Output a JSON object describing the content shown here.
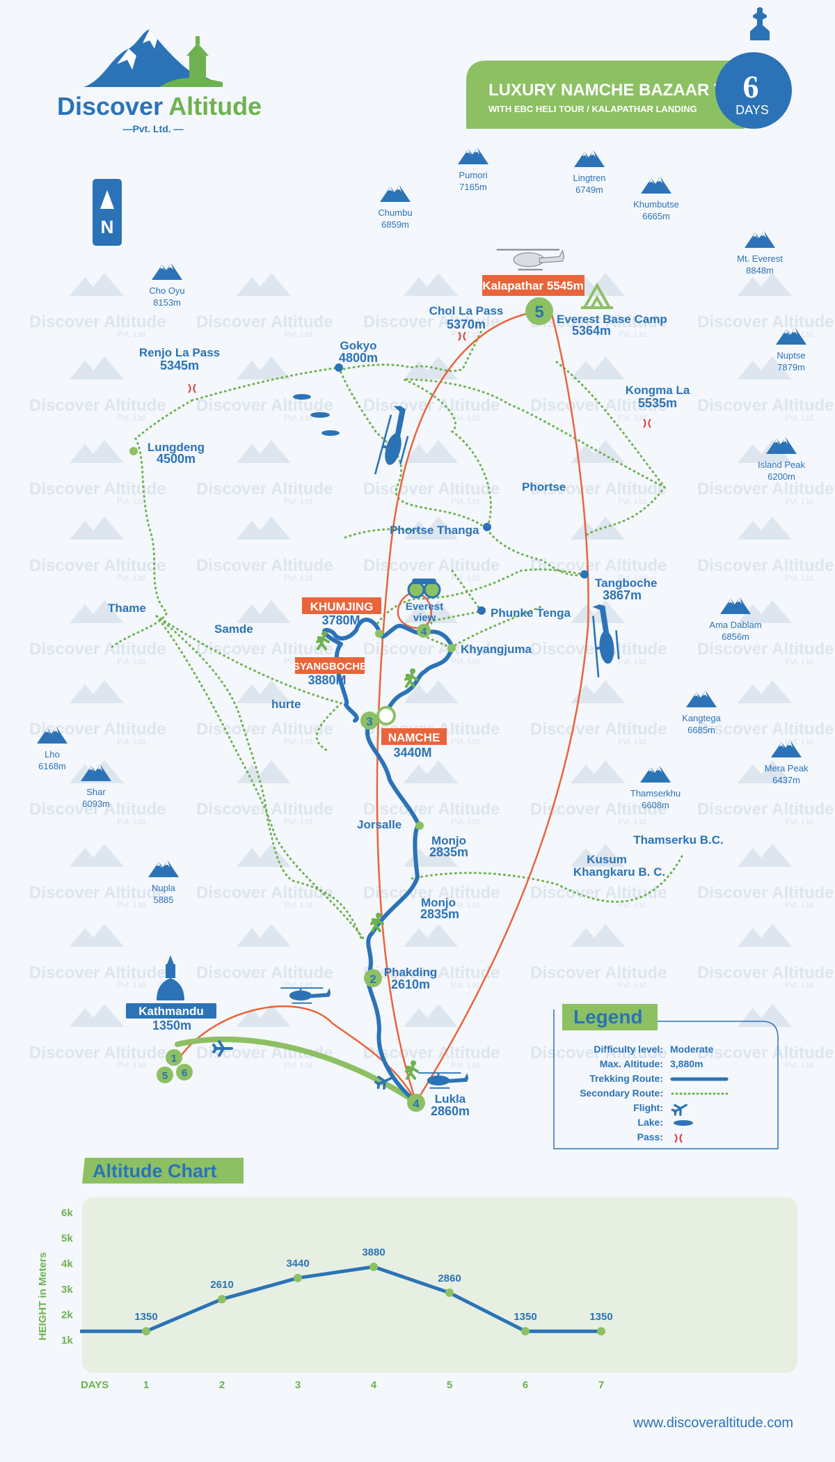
{
  "brand": {
    "name_part1": "Discover",
    "name_part2": "Altitude",
    "sub": "—Pvt. Ltd. —",
    "website": "www.discoveraltitude.com"
  },
  "header": {
    "title": "LUXURY NAMCHE BAZAAR TREK",
    "subtitle": "WITH EBC HELI TOUR / KALAPATHAR LANDING",
    "days_num": "6",
    "days_word": "DAYS"
  },
  "compass": "N",
  "watermark": {
    "name": "Discover Altitude",
    "sub": "Pvt. Ltd."
  },
  "mountains": [
    {
      "name": "Pumori",
      "height": "7165m"
    },
    {
      "name": "Lingtren",
      "height": "6749m"
    },
    {
      "name": "Khumbutse",
      "height": "6665m"
    },
    {
      "name": "Chumbu",
      "height": "6859m"
    },
    {
      "name": "Mt. Everest",
      "height": "8848m"
    },
    {
      "name": "Cho Oyu",
      "height": "8153m"
    },
    {
      "name": "Nuptse",
      "height": "7879m"
    },
    {
      "name": "Island Peak",
      "height": "6200m"
    },
    {
      "name": "Ama Dablam",
      "height": "6856m"
    },
    {
      "name": "Kangtega",
      "height": "6685m"
    },
    {
      "name": "Mera Peak",
      "height": "6437m"
    },
    {
      "name": "Thamserkhu",
      "height": "6608m"
    },
    {
      "name": "Lho",
      "height": "6168m"
    },
    {
      "name": "Shar",
      "height": "6093m"
    },
    {
      "name": "Nupla",
      "height": "5885"
    }
  ],
  "places": {
    "kalapathar": "Kalapathar 5545m",
    "chol_la_name": "Chol La Pass",
    "chol_la_alt": "5370m",
    "ebc_name": "Everest Base Camp",
    "ebc_alt": "5364m",
    "renjo_name": "Renjo La Pass",
    "renjo_alt": "5345m",
    "gokyo_name": "Gokyo",
    "gokyo_alt": "4800m",
    "kongma_name": "Kongma La",
    "kongma_alt": "5535m",
    "lungdeng_name": "Lungdeng",
    "lungdeng_alt": "4500m",
    "phortse": "Phortse",
    "phortse_thanga": "Phortse Thanga",
    "tangboche_name": "Tangboche",
    "tangboche_alt": "3867m",
    "thame": "Thame",
    "samde": "Samde",
    "khumjing_name": "KHUMJING",
    "khumjing_alt": "3780M",
    "everest_view_1": "Everest",
    "everest_view_2": "view",
    "phunke": "Phunke Tenga",
    "khyangjuma": "Khyangjuma",
    "syangboche_name": "SYANGBOCHE",
    "syangboche_alt": "3880M",
    "hurte": "hurte",
    "namche_name": "NAMCHE",
    "namche_alt": "3440M",
    "jorsalle": "Jorsalle",
    "monjo1_name": "Monjo",
    "monjo1_alt": "2835m",
    "thamserku_bc": "Thamserku B.C.",
    "kusum_1": "Kusum",
    "kusum_2": "Khangkaru B. C.",
    "monjo2_name": "Monjo",
    "monjo2_alt": "2835m",
    "phakding_name": "Phakding",
    "phakding_alt": "2610m",
    "kathmandu_name": "Kathmandu",
    "kathmandu_alt": "1350m",
    "lukla_name": "Lukla",
    "lukla_alt": "2860m"
  },
  "day_markers": {
    "ktm1": "1",
    "ktm5": "5",
    "ktm6": "6",
    "phakding": "2",
    "namche": "3",
    "lukla": "4",
    "everest_view": "4",
    "ebc": "5"
  },
  "legend": {
    "title": "Legend",
    "difficulty_key": "Difficulty level:",
    "difficulty_val": "Moderate",
    "maxalt_key": "Max. Altitude:",
    "maxalt_val": "3,880m",
    "trekking_key": "Trekking Route:",
    "secondary_key": "Secondary Route:",
    "flight_key": "Flight:",
    "lake_key": "Lake:",
    "pass_key": "Pass:"
  },
  "chart_title": "Altitude Chart",
  "chart_data": {
    "type": "line",
    "x": [
      1,
      2,
      3,
      4,
      5,
      6,
      7
    ],
    "values": [
      1350,
      2610,
      3440,
      3880,
      2860,
      1350,
      1350
    ],
    "data_labels": [
      "1350",
      "2610",
      "3440",
      "3880",
      "2860",
      "1350",
      "1350"
    ],
    "xlabel": "DAYS",
    "ylabel": "HEIGHT in Meters",
    "y_ticks": [
      "1k",
      "2k",
      "3k",
      "4k",
      "5k",
      "6k"
    ],
    "ylim": [
      1000,
      6000
    ],
    "grid": false
  },
  "colors": {
    "blue": "#2b73b6",
    "green": "#6db24f",
    "orange": "#e9643a",
    "chart_bg": "#e6efe2"
  }
}
